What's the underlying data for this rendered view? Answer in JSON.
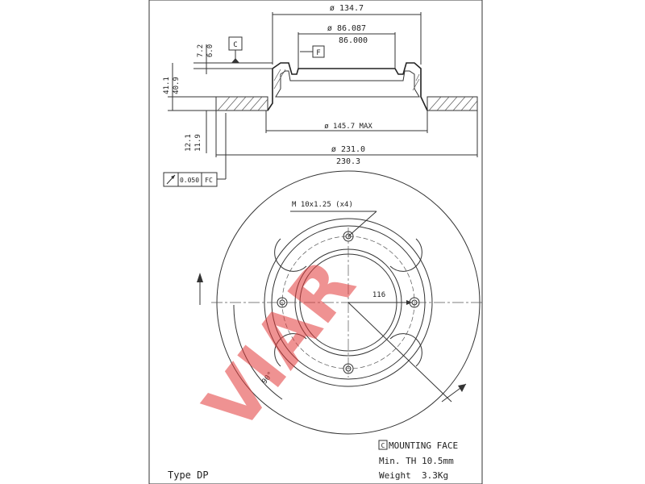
{
  "dimensions": {
    "d_outer_hat": "ø 134.7",
    "d_centre_1": "ø 86.087",
    "d_centre_2": "86.000",
    "d_145": "ø 145.7 MAX",
    "d_231": "ø 231.0",
    "d_230": "230.3",
    "h_72": "7.2",
    "h_60": "6.0",
    "h_411": "41.1",
    "h_409": "40.9",
    "h_121": "12.1",
    "h_119": "11.9",
    "ref_c": "C",
    "ref_f": "F",
    "tol_value": "0.050",
    "tol_ref": "FC",
    "thread": "M 10x1.25 (x4)",
    "pcd": "116",
    "angle": "90°"
  },
  "notes": {
    "mounting_ref": "C",
    "mounting_face": "MOUNTING FACE",
    "min_th": "Min. TH 10.5mm",
    "weight": "Weight  3.3Kg",
    "type": "Type DP"
  },
  "watermark": "VIAR",
  "colors": {
    "watermark": "#e23a3a",
    "line": "#333333"
  }
}
